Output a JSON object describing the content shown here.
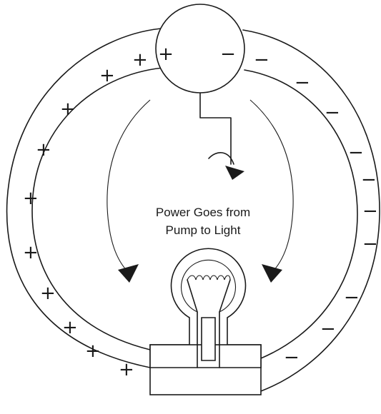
{
  "caption": {
    "line1": "Power Goes from",
    "line2": "Pump to Light"
  },
  "pump": {
    "plus_terminal": "+",
    "minus_terminal": "−"
  },
  "wire_charges": {
    "positive_sign": "+",
    "negative_sign": "−"
  },
  "icons": {
    "flow_arrows": "curved-arrow",
    "rotation_arrow": "rotation-arrow"
  },
  "colors": {
    "ink": "#1a1a1a",
    "background": "#ffffff"
  }
}
